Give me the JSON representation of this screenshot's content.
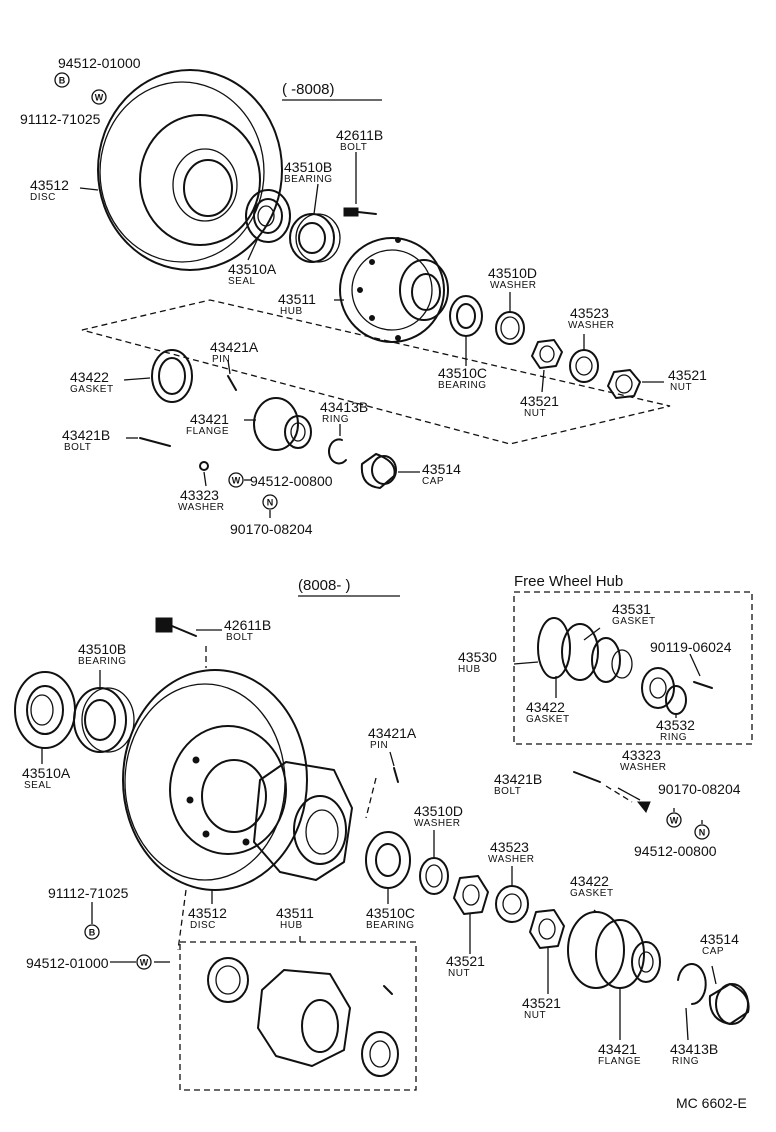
{
  "sections": {
    "top_range": "(      -8008)",
    "bottom_range": "(8008-        )",
    "free_wheel_title": "Free Wheel Hub",
    "footer_code": "MC 6602-E"
  },
  "labels": {
    "t_94512_01000": "94512-01000",
    "t_91112_71025": "91112-71025",
    "t_43512": "43512",
    "t_disc": "DISC",
    "t_42611b": "42611B",
    "t_bolt1": "BOLT",
    "t_43510b": "43510B",
    "t_bearing1": "BEARING",
    "t_43510a": "43510A",
    "t_seal1": "SEAL",
    "t_43511": "43511",
    "t_hub1": "HUB",
    "t_43510d": "43510D",
    "t_washer1": "WASHER",
    "t_43523": "43523",
    "t_washer2": "WASHER",
    "t_43510c": "43510C",
    "t_bearing2": "BEARING",
    "t_43521a": "43521",
    "t_nut1": "NUT",
    "t_43521b": "43521",
    "t_nut2": "NUT",
    "t_43422": "43422",
    "t_gasket1": "GASKET",
    "t_43421a": "43421A",
    "t_pin1": "PIN",
    "t_43421": "43421",
    "t_flange1": "FLANGE",
    "t_43413b": "43413B",
    "t_ring1": "RING",
    "t_43421b": "43421B",
    "t_bolt2": "BOLT",
    "t_43514": "43514",
    "t_cap1": "CAP",
    "t_43323": "43323",
    "t_washer3": "WASHER",
    "t_94512_00800": "94512-00800",
    "t_90170_08204": "90170-08204",
    "b_42611b": "42611B",
    "b_bolt": "BOLT",
    "b_43510b": "43510B",
    "b_bearing1": "BEARING",
    "b_43510a": "43510A",
    "b_seal": "SEAL",
    "b_43421a": "43421A",
    "b_pin": "PIN",
    "b_43510d": "43510D",
    "b_washer1": "WASHER",
    "b_43523": "43523",
    "b_washer2": "WASHER",
    "b_91112_71025": "91112-71025",
    "b_43512": "43512",
    "b_disc": "DISC",
    "b_43511": "43511",
    "b_hub": "HUB",
    "b_43510c": "43510C",
    "b_bearing2": "BEARING",
    "b_43521a": "43521",
    "b_nut1": "NUT",
    "b_43521b": "43521",
    "b_nut2": "NUT",
    "b_94512_01000": "94512-01000",
    "b_43421b": "43421B",
    "b_bolt2": "BOLT",
    "b_43323": "43323",
    "b_washer3": "WASHER",
    "b_90170_08204": "90170-08204",
    "b_94512_00800": "94512-00800",
    "b_43422": "43422",
    "b_gasket": "GASKET",
    "b_43514": "43514",
    "b_cap": "CAP",
    "b_43421": "43421",
    "b_flange": "FLANGE",
    "b_43413b": "43413B",
    "b_ring": "RING",
    "f_43531": "43531",
    "f_gasket1": "GASKET",
    "f_43530": "43530",
    "f_hub": "HUB",
    "f_90119_06024": "90119-06024",
    "f_43422": "43422",
    "f_gasket2": "GASKET",
    "f_43532": "43532",
    "f_ring": "RING"
  },
  "symbols": {
    "b": "B",
    "w": "W",
    "n": "N"
  }
}
